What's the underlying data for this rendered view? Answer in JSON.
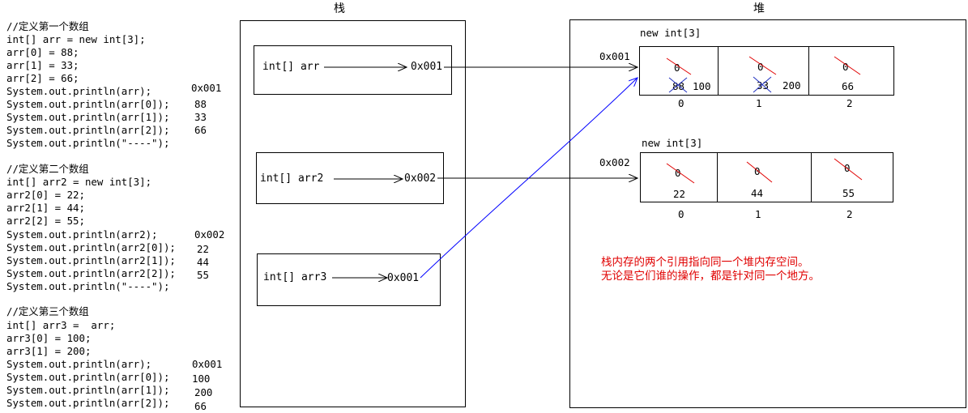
{
  "code": {
    "block1": [
      "//定义第一个数组",
      "int[] arr = new int[3];",
      "arr[0] = 88;",
      "arr[1] = 33;",
      "arr[2] = 66;",
      "System.out.println(arr);",
      "System.out.println(arr[0]);",
      "System.out.println(arr[1]);",
      "System.out.println(arr[2]);",
      "System.out.println(\"----\");"
    ],
    "block2": [
      "//定义第二个数组",
      "int[] arr2 = new int[3];",
      "arr2[0] = 22;",
      "arr2[1] = 44;",
      "arr2[2] = 55;",
      "System.out.println(arr2);",
      "System.out.println(arr2[0]);",
      "System.out.println(arr2[1]);",
      "System.out.println(arr2[2]);",
      "System.out.println(\"----\");"
    ],
    "block3": [
      "//定义第三个数组",
      "int[] arr3 =  arr;",
      "arr3[0] = 100;",
      "arr3[1] = 200;",
      "System.out.println(arr);",
      "System.out.println(arr[0]);",
      "System.out.println(arr[1]);",
      "System.out.println(arr[2]);"
    ]
  },
  "outputs": {
    "block1": [
      "0x001",
      "88",
      "33",
      "66"
    ],
    "block2": [
      "0x002",
      "22",
      "44",
      "55"
    ],
    "block3": [
      "0x001",
      "100",
      "200",
      "66"
    ]
  },
  "stack": {
    "title": "栈",
    "refs": [
      {
        "decl": "int[] arr",
        "addr": "0x001"
      },
      {
        "decl": "int[] arr2",
        "addr": "0x002"
      },
      {
        "decl": "int[] arr3",
        "addr": "0x001"
      }
    ]
  },
  "heap": {
    "title": "堆",
    "arrays": [
      {
        "label": "new int[3]",
        "addr": "0x001",
        "cells": [
          {
            "old": "0",
            "mid": "88",
            "value": "100"
          },
          {
            "old": "0",
            "mid": "33",
            "value": "200"
          },
          {
            "old": "0",
            "value": "66"
          }
        ],
        "indices": [
          "0",
          "1",
          "2"
        ]
      },
      {
        "label": "new int[3]",
        "addr": "0x002",
        "cells": [
          {
            "old": "0",
            "value": "22"
          },
          {
            "old": "0",
            "value": "44"
          },
          {
            "old": "0",
            "value": "55"
          }
        ],
        "indices": [
          "0",
          "1",
          "2"
        ]
      }
    ],
    "note": [
      "栈内存的两个引用指向同一个堆内存空间。",
      "无论是它们谁的操作，都是针对同一个地方。"
    ]
  },
  "colors": {
    "arrow_black": "#000000",
    "arrow_blue": "#0000ff",
    "strike_red": "#e00000",
    "strike_blue": "#2030c0",
    "note_red": "#e00000"
  }
}
